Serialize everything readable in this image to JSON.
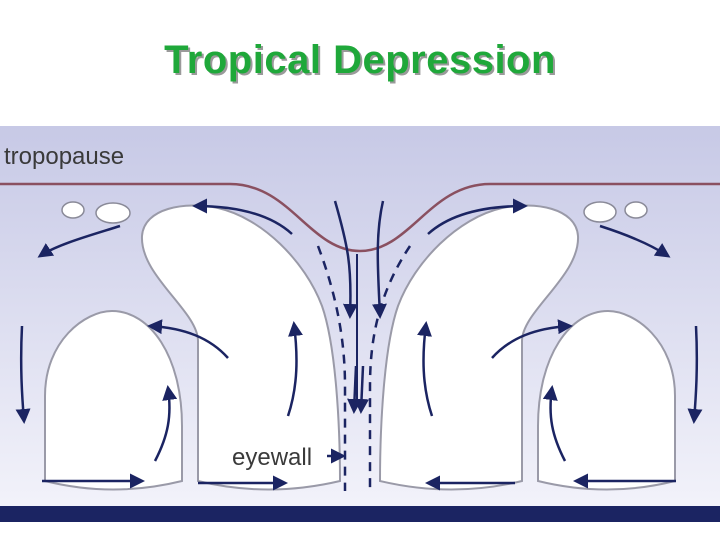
{
  "slide": {
    "title": "Tropical Depression"
  },
  "diagram": {
    "labels": {
      "tropopause": "tropopause",
      "eyewall": "eyewall"
    },
    "colors": {
      "sky_top": "#c7c9e6",
      "sky_bottom": "#f4f4fb",
      "cloud_fill": "#ffffff",
      "cloud_stroke": "#9a9aa8",
      "tropopause_line": "#8a5060",
      "arrow": "#1b2462",
      "title": "#1fa83a"
    }
  }
}
